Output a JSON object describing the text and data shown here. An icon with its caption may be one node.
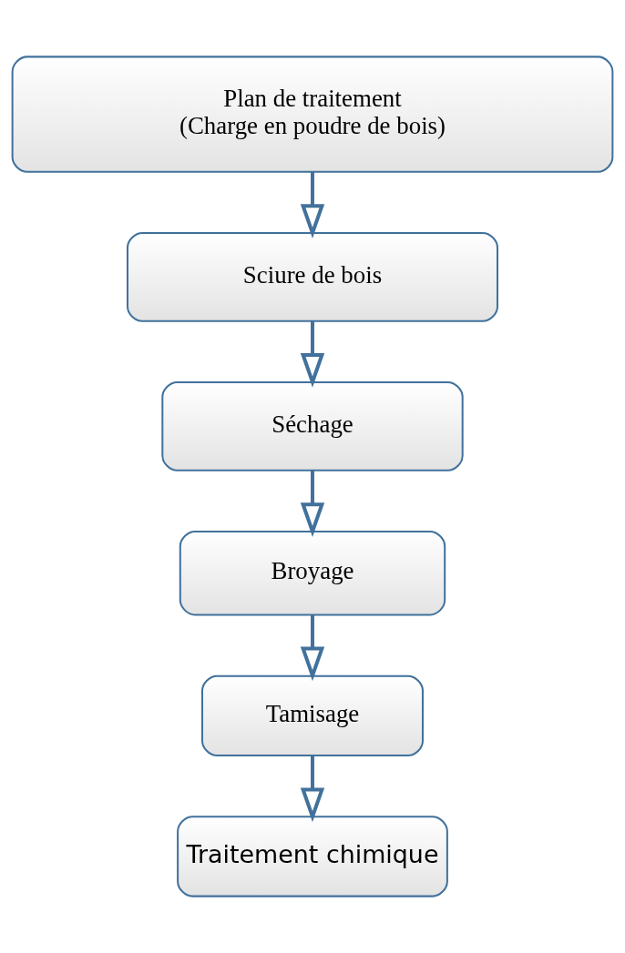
{
  "diagram": {
    "nodes": [
      {
        "text": [
          "Plan de traitement",
          "(Charge en poudre de bois)"
        ]
      },
      {
        "text": [
          "Sciure de bois"
        ]
      },
      {
        "text": [
          "Séchage"
        ]
      },
      {
        "text": [
          "Broyage"
        ]
      },
      {
        "text": [
          "Tamisage"
        ]
      },
      {
        "text": [
          "Traitement chimique"
        ]
      }
    ],
    "edges": [
      {
        "from": 0,
        "to": 1,
        "arrow": "to"
      },
      {
        "from": 1,
        "to": 2,
        "arrow": "to"
      },
      {
        "from": 2,
        "to": 3,
        "arrow": "to"
      },
      {
        "from": 3,
        "to": 4,
        "arrow": "to"
      },
      {
        "from": 4,
        "to": 5,
        "arrow": "to"
      }
    ]
  }
}
